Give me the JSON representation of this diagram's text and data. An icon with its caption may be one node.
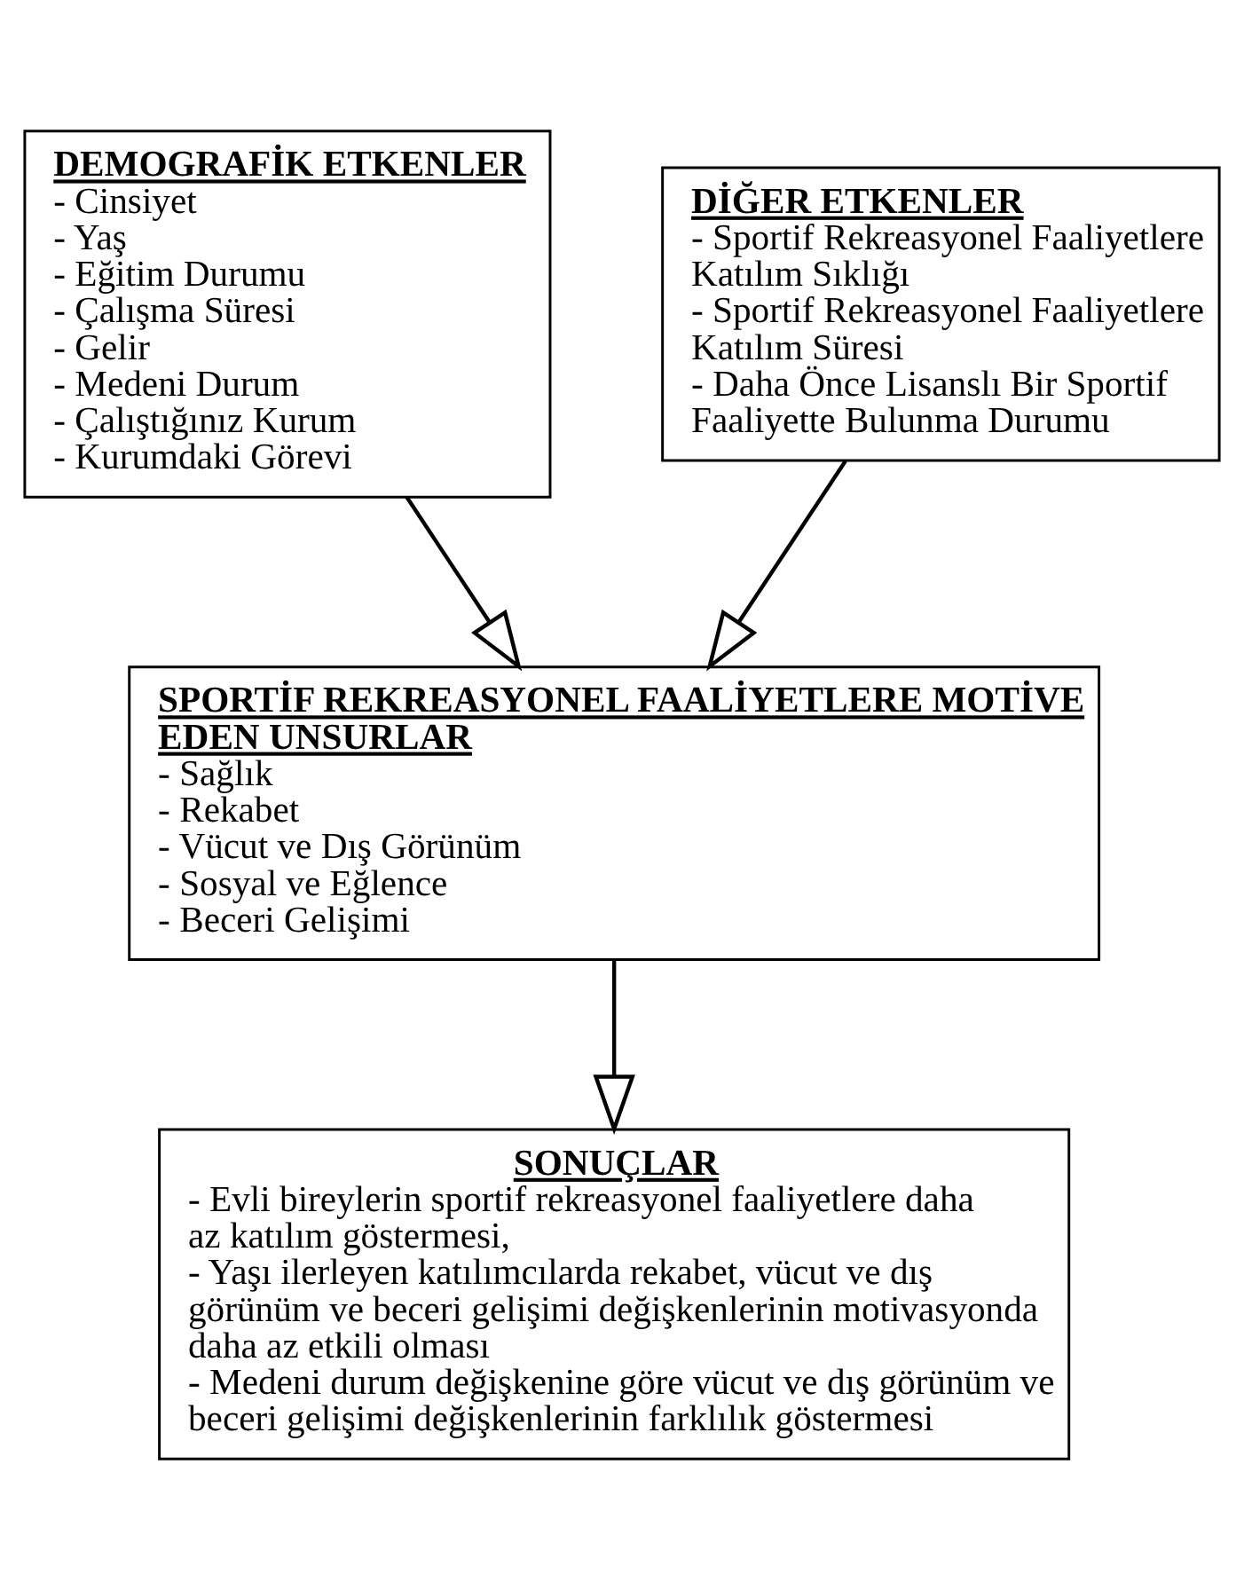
{
  "diagram": {
    "nodes": [
      {
        "text": [
          "DEMOGRAFİK ETKENLER",
          "- Cinsiyet",
          "- Yaş",
          "- Eğitim Durumu",
          "- Çalışma Süresi",
          "- Gelir",
          "- Medeni Durum",
          "- Çalıştığınız Kurum",
          "- Kurumdaki Görevi"
        ]
      },
      {
        "text": [
          "DİĞER ETKENLER",
          "- Sportif Rekreasyonel Faaliyetlere Katılım Sıklığı",
          "- Sportif Rekreasyonel Faaliyetlere Katılım Süresi",
          "- Daha Önce Lisanslı Bir Sportif Faaliyette Bulunma Durumu"
        ]
      },
      {
        "text": [
          "SPORTİF REKREASYONEL FAALİYETLERE MOTİVE EDEN UNSURLAR",
          "- Sağlık",
          "- Rekabet",
          "- Vücut ve Dış Görünüm",
          "- Sosyal ve Eğlence",
          "- Beceri Gelişimi"
        ]
      },
      {
        "text": [
          "SONUÇLAR",
          "- Evli bireylerin sportif rekreasyonel faaliyetlere daha az katılım göstermesi,",
          "- Yaşı ilerleyen katılımcılarda rekabet, vücut ve dış görünüm ve beceri gelişimi değişkenlerinin motivasyonda daha az etkili olması",
          "- Medeni durum değişkenine göre vücut ve dış görünüm ve beceri gelişimi değişkenlerinin farklılık göstermesi"
        ]
      }
    ],
    "edges": [
      {
        "from": 0,
        "to": 2,
        "arrow": "to"
      },
      {
        "from": 1,
        "to": 2,
        "arrow": "to"
      },
      {
        "from": 2,
        "to": 3,
        "arrow": "to"
      }
    ]
  }
}
